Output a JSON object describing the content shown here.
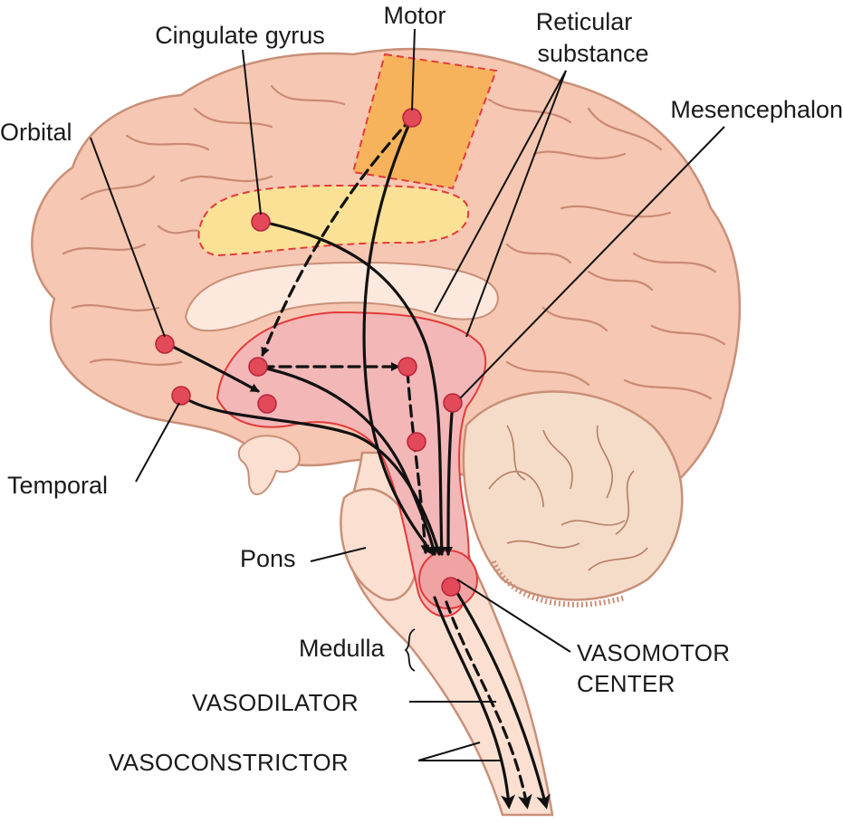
{
  "labels": {
    "motor": "Motor",
    "cingulate": "Cingulate gyrus",
    "reticular_1": "Reticular",
    "reticular_2": "substance",
    "mesencephalon": "Mesencephalon",
    "orbital": "Orbital",
    "temporal": "Temporal",
    "pons": "Pons",
    "medulla": "Medulla",
    "vasomotor_1": "VASOMOTOR",
    "vasomotor_2": "CENTER",
    "vasodilator": "VASODILATOR",
    "vasoconstrictor": "VASOCONSTRICTOR"
  },
  "colors": {
    "cortex": "#f6c7b2",
    "cortex_outline": "#c98f78",
    "sulcus": "#c98a74",
    "motor_area": "#f7b35b",
    "cingulate_area": "#fbe196",
    "hypothalamic_area": "#f3b7b7",
    "area_border": "#e23b3b",
    "node": "#e24a5a",
    "brainstem": "#fbe0d2",
    "cerebellum": "#f5dcc8",
    "pathway": "#111111"
  }
}
